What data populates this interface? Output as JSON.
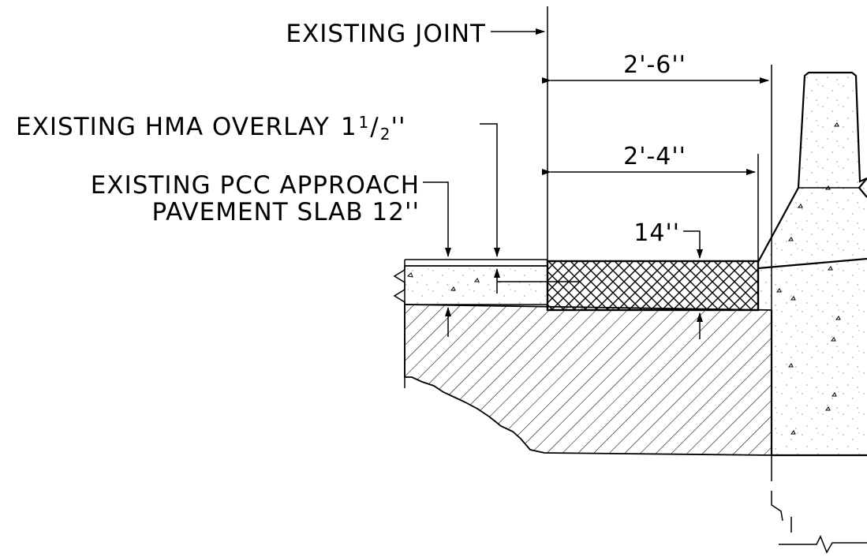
{
  "labels": {
    "existing_joint": "EXISTING JOINT",
    "hma_overlay": "EXISTING HMA OVERLAY",
    "hma_overlay_whole": "1",
    "hma_overlay_num": "1",
    "hma_overlay_den": "2",
    "hma_overlay_unit": "''",
    "pcc_line1": "EXISTING PCC APPROACH",
    "pcc_line2": "PAVEMENT SLAB 12''"
  },
  "dimensions": {
    "width_outer": "2'-6''",
    "width_inner": "2'-4''",
    "depth": "14''"
  }
}
